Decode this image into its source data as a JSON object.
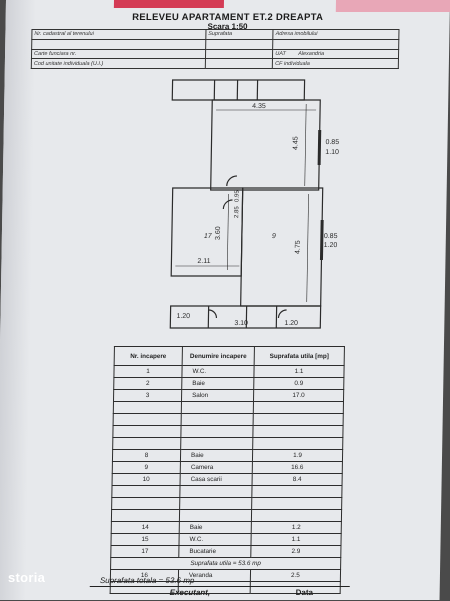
{
  "doc": {
    "title": "RELEVEU APARTAMENT ET.2 DREAPTA",
    "scale": "Scara 1:50"
  },
  "header": {
    "r1": [
      "Nr. cadastral al terenului",
      "Suprafata",
      "Adresa imobilului"
    ],
    "r2": [
      "Carte funciara nr.",
      "UAT",
      "Alexandria"
    ],
    "r3": [
      "Cod unitate individuala (U.I.)",
      "CF individuala"
    ]
  },
  "plan": {
    "labels": {
      "w_top": "4.35",
      "h_right": "4.45",
      "win1a": "0.85",
      "win1b": "1.10",
      "h_left": "3.60",
      "w_left": "2.11",
      "h_main": "4.75",
      "win2a": "0.85",
      "win2b": "1.20",
      "bot1": "1.20",
      "bot2": "3.10",
      "bot3": "1.20",
      "room_17": "17",
      "room_9": "9",
      "small1": "0.95",
      "small2": "2.85"
    }
  },
  "table": {
    "headers": [
      "Nr. incapere",
      "Denumire incapere",
      "Suprafata utila [mp]"
    ],
    "rows": [
      [
        "1",
        "W.C.",
        "1.1"
      ],
      [
        "2",
        "Baie",
        "0.9"
      ],
      [
        "3",
        "Salon",
        "17.0"
      ],
      [
        "",
        "",
        ""
      ],
      [
        "",
        "",
        ""
      ],
      [
        "",
        "",
        ""
      ],
      [
        "",
        "",
        ""
      ],
      [
        "8",
        "Baie",
        "1.9"
      ],
      [
        "9",
        "Camera",
        "16.6"
      ],
      [
        "10",
        "Casa scarii",
        "8.4"
      ],
      [
        "",
        "",
        ""
      ],
      [
        "",
        "",
        ""
      ],
      [
        "",
        "",
        ""
      ],
      [
        "14",
        "Baie",
        "1.2"
      ],
      [
        "15",
        "W.C.",
        "1.1"
      ],
      [
        "17",
        "Bucatarie",
        "2.9"
      ]
    ],
    "useful_total": "Suprafata utila = 53.6 mp",
    "veranda": [
      "16",
      "Veranda",
      "2.5"
    ]
  },
  "footer": {
    "total": "Suprafata totala = 53.6 mp",
    "executant": "Executant,",
    "data": "Data"
  },
  "logo": "storia"
}
